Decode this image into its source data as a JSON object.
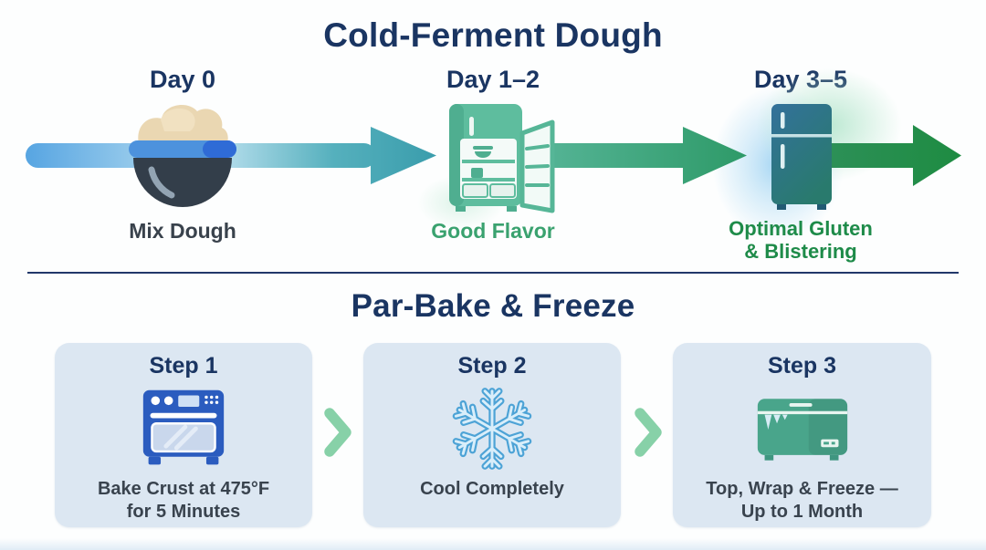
{
  "colors": {
    "navy": "#1a3562",
    "slate_text": "#39424c",
    "teal_label": "#3aa26f",
    "green_label": "#1e8b49",
    "card_bg": "#dce7f2",
    "chevron_green": "#87d1a8",
    "arrow_blue": "#57a5e2",
    "arrow_teal": "#3a9dac",
    "arrow_green": "#1e8c42",
    "oven_blue": "#2b5cbf",
    "fridge_open_teal": "#5ebd9e",
    "fridge_closed_blue": "#31719c",
    "freezer_teal": "#49a58b",
    "snowflake_blue": "#4da3d6",
    "dough_tan": "#ead7b2",
    "bowl_slate": "#333e4a"
  },
  "ferment": {
    "title": "Cold-Ferment Dough",
    "stages": [
      {
        "day": "Day 0",
        "label": "Mix Dough",
        "icon": "dough-bowl-icon"
      },
      {
        "day": "Day 1–2",
        "label": "Good Flavor",
        "icon": "fridge-open-icon"
      },
      {
        "day": "Day 3–5",
        "label": "Optimal Gluten\n& Blistering",
        "icon": "fridge-closed-icon"
      }
    ]
  },
  "parbake": {
    "title": "Par-Bake & Freeze",
    "steps": [
      {
        "title": "Step 1",
        "caption": "Bake Crust at 475°F\nfor 5 Minutes",
        "icon": "oven-icon"
      },
      {
        "title": "Step 2",
        "caption": "Cool Completely",
        "icon": "snowflake-icon"
      },
      {
        "title": "Step 3",
        "caption": "Top, Wrap & Freeze —\nUp to 1 Month",
        "icon": "chest-freezer-icon"
      }
    ]
  }
}
